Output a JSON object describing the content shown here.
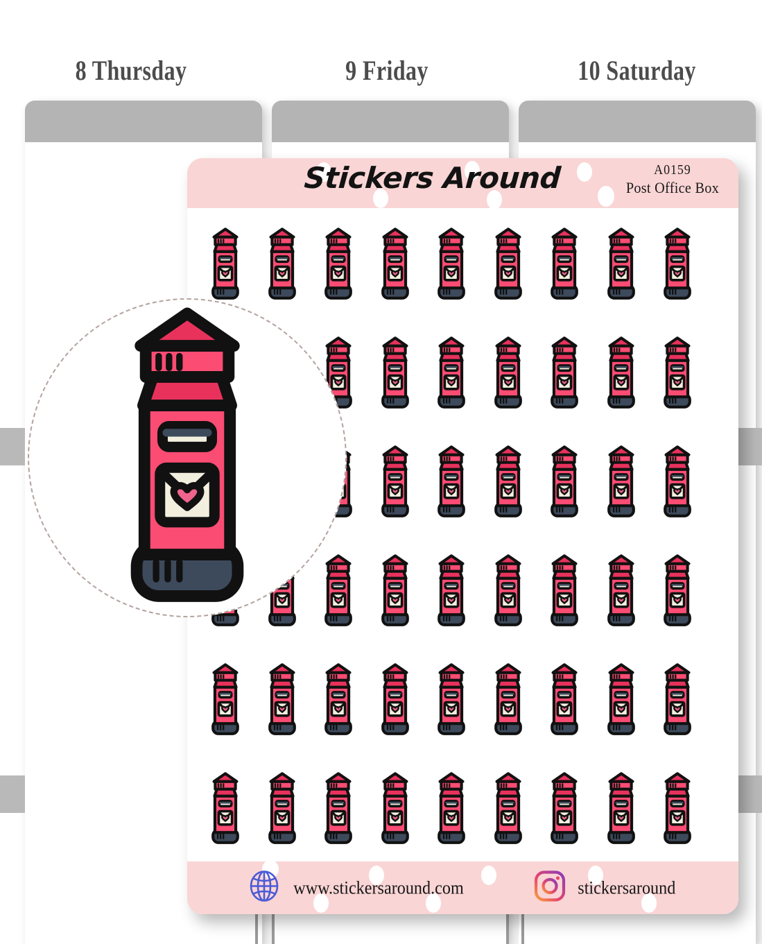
{
  "planner": {
    "days": [
      {
        "label": "8 Thursday"
      },
      {
        "label": "9 Friday"
      },
      {
        "label": "10 Saturday"
      }
    ]
  },
  "sheet": {
    "brand": "Stickers Around",
    "product_code": "A0159",
    "product_name": "Post Office Box",
    "footer": {
      "website_icon": "globe-icon",
      "website": "www.stickersaround.com",
      "instagram_icon": "instagram-icon",
      "instagram_handle": "stickersaround"
    },
    "grid": {
      "rows": 6,
      "columns": 9,
      "total": 54
    },
    "sticker": {
      "name": "post-office-box-sticker",
      "colors": {
        "roof": "#E8325C",
        "body": "#FB4C73",
        "base": "#3D4A5C",
        "envelope": "#F2EFDF",
        "heart": "#F0638C",
        "outline": "#111111"
      }
    },
    "colors": {
      "band": "#FAD5D5",
      "paper": "#FFFFFF",
      "accent_pink": "#FB4C73"
    }
  },
  "magnifier": {
    "name": "magnified-sticker-preview",
    "border_color": "#B3A39E"
  }
}
